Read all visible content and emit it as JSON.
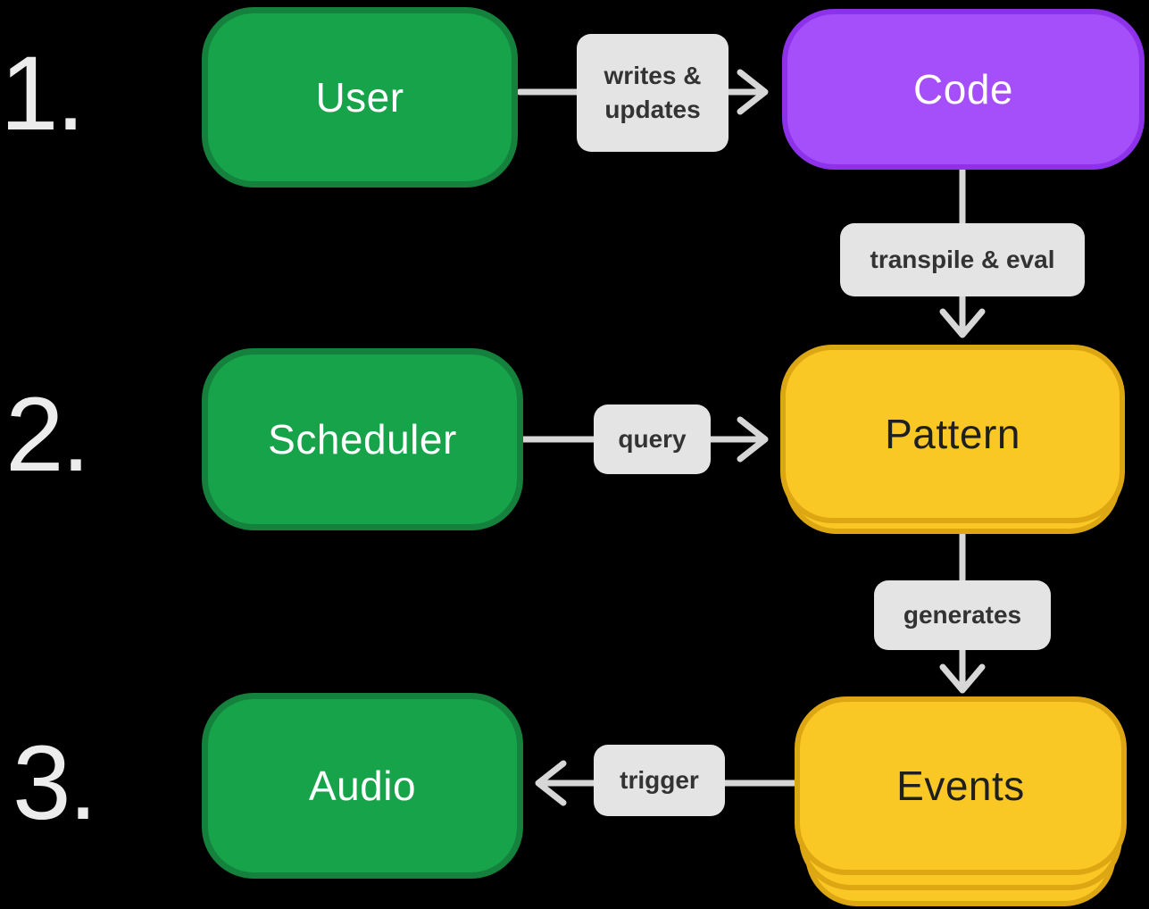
{
  "steps": [
    {
      "number": "1."
    },
    {
      "number": "2."
    },
    {
      "number": "3."
    }
  ],
  "nodes": {
    "user": "User",
    "code": "Code",
    "scheduler": "Scheduler",
    "pattern": "Pattern",
    "audio": "Audio",
    "events": "Events"
  },
  "edges": {
    "writes_updates": "writes & updates",
    "transpile_eval": "transpile & eval",
    "query": "query",
    "generates": "generates",
    "trigger": "trigger"
  },
  "colors": {
    "background": "#000000",
    "green_fill": "#17a34a",
    "green_border": "#14813c",
    "purple_fill": "#a44ff9",
    "purple_border": "#8d32ea",
    "yellow_fill": "#f9c824",
    "yellow_border": "#dda714",
    "chip_bg": "#e4e4e4",
    "chip_text": "#333333",
    "arrow": "#d7d7d7",
    "step_number": "#ececec",
    "node_text_light": "#ffffff",
    "node_text_dark": "#1f1f1f"
  }
}
